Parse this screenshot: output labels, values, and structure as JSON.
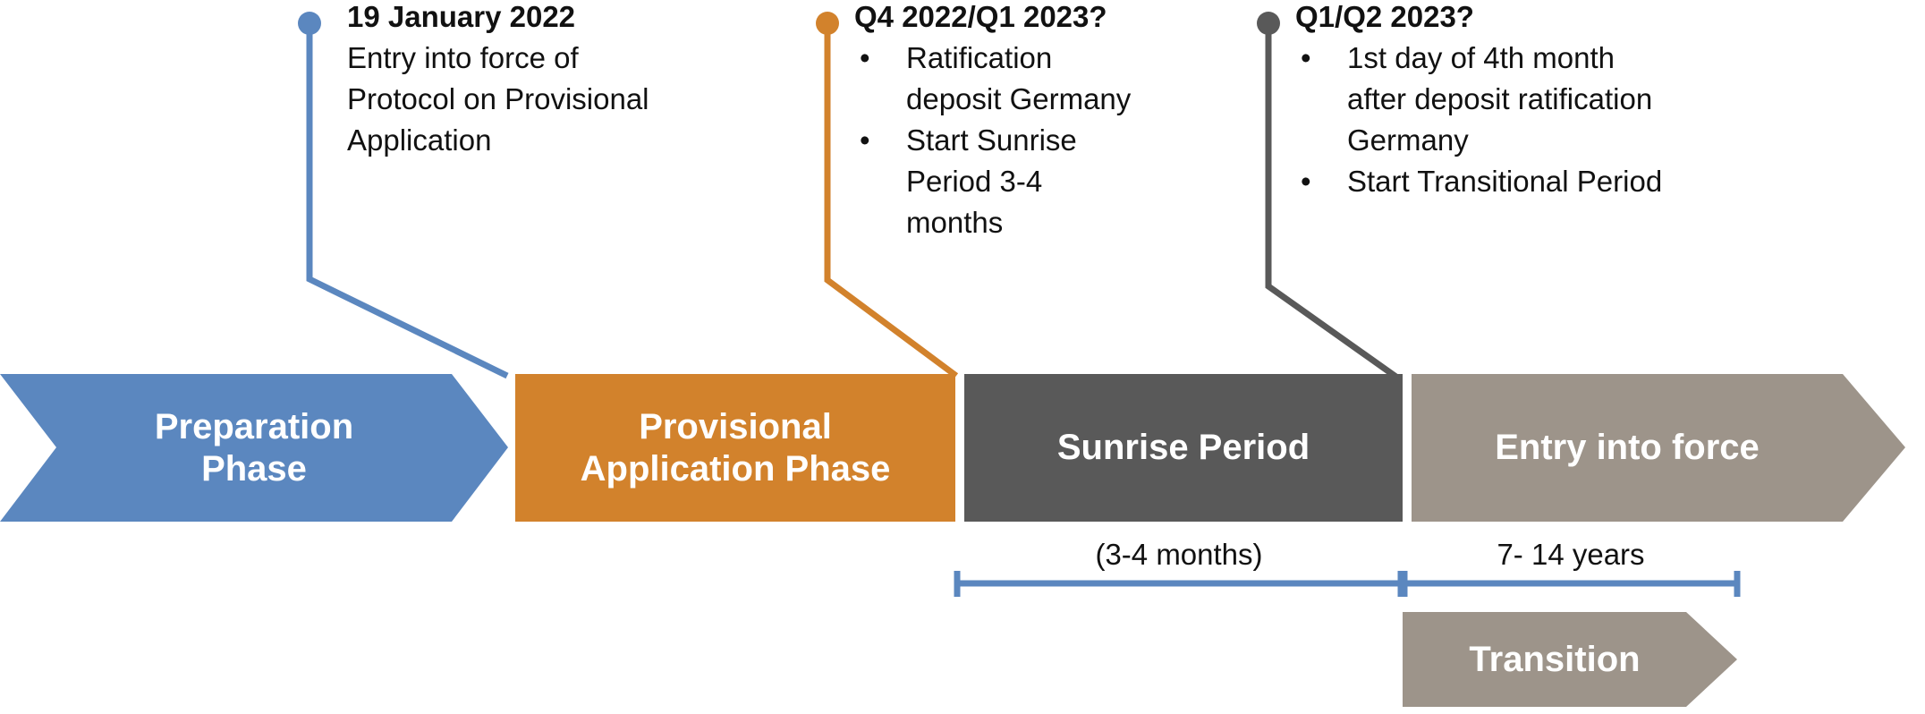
{
  "colors": {
    "blue": "#5B87BF",
    "orange": "#D2822C",
    "dark_gray": "#595959",
    "taupe": "#9D948A",
    "bracket_blue": "#5B87BF",
    "text": "#111111"
  },
  "callouts": [
    {
      "id": "preparation",
      "marker_color": "#5B87BF",
      "title": "19 January 2022",
      "lines": [
        "Entry into force of",
        "Protocol on Provisional",
        "Application"
      ],
      "bullets": []
    },
    {
      "id": "provisional-application",
      "marker_color": "#D2822C",
      "title": "Q4 2022/Q1 2023?",
      "lines": [],
      "bullets": [
        [
          "Ratification",
          "deposit Germany"
        ],
        [
          "Start Sunrise",
          "Period 3-4",
          "months"
        ]
      ]
    },
    {
      "id": "entry-into-force",
      "marker_color": "#595959",
      "title": "Q1/Q2 2023?",
      "lines": [],
      "bullets": [
        [
          "1st day of 4th month",
          "after deposit ratification",
          "Germany"
        ],
        [
          "Start Transitional Period"
        ]
      ]
    }
  ],
  "band": {
    "segments": [
      {
        "id": "preparation-phase",
        "label": "Preparation\nPhase",
        "color": "#5B87BF"
      },
      {
        "id": "provisional-application-phase",
        "label": "Provisional\nApplication Phase",
        "color": "#D2822C"
      },
      {
        "id": "sunrise-period",
        "label": "Sunrise Period",
        "color": "#595959"
      },
      {
        "id": "entry-into-force",
        "label": "Entry into force",
        "color": "#9D948A"
      }
    ]
  },
  "brackets": [
    {
      "id": "sunrise-duration",
      "label": "(3-4 months)"
    },
    {
      "id": "transition-duration",
      "label": "7- 14 years"
    }
  ],
  "transition": {
    "label": "Transition",
    "color": "#9D948A"
  },
  "bullet_glyph": "•"
}
